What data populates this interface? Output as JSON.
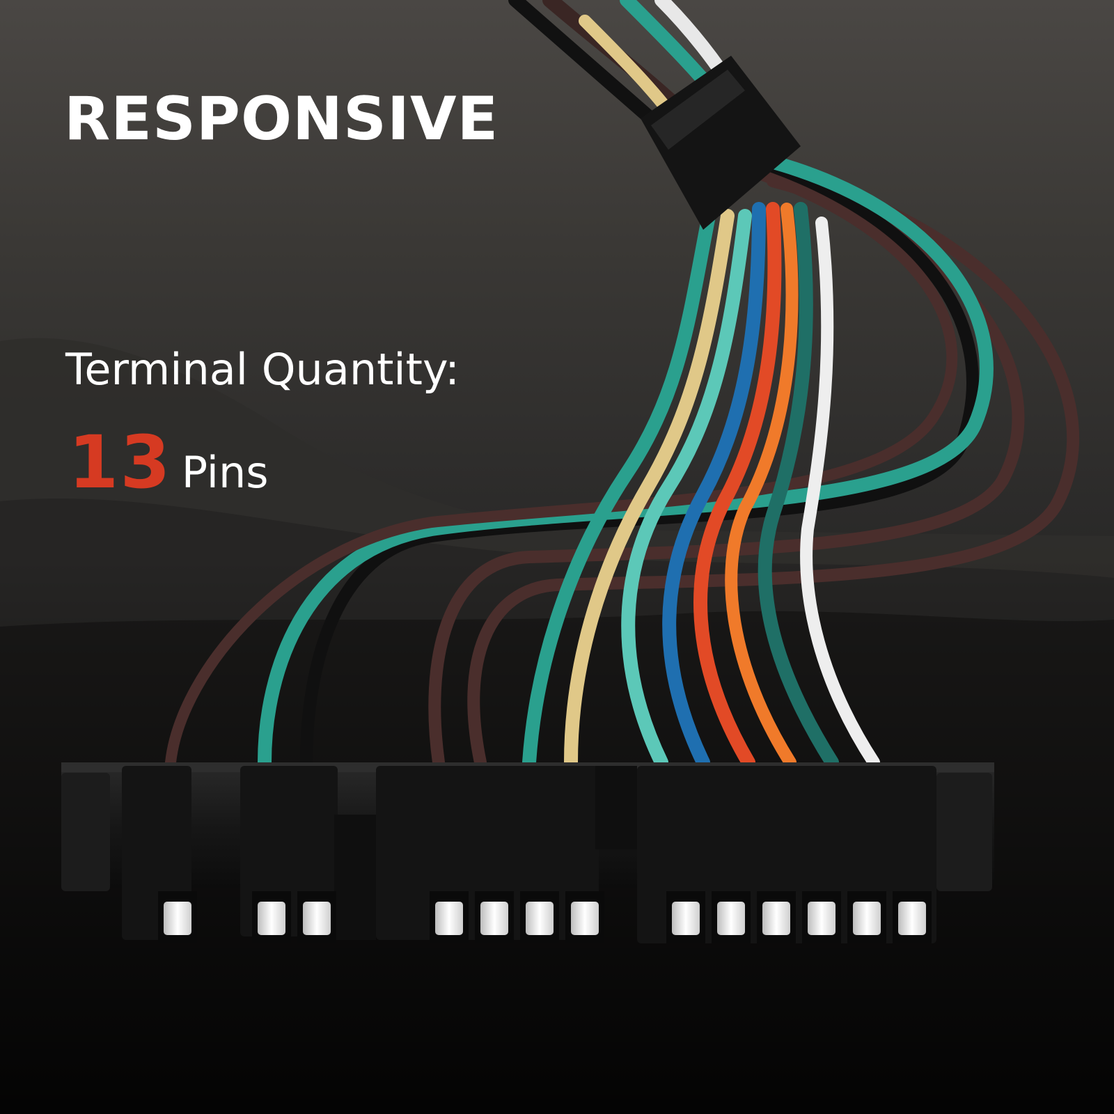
{
  "headline": "RESPONSIVE",
  "spec": {
    "label": "Terminal Quantity:",
    "value": "13",
    "unit": "Pins"
  },
  "colors": {
    "accent": "#d63a22",
    "text": "#ffffff",
    "background": "#2b2a29"
  },
  "product": {
    "image": "wiring-harness-connector",
    "pin_count": 13,
    "wire_colors": [
      "#4a2e2c",
      "#2aa08e",
      "#101010",
      "#4a2e2c",
      "#4a2e2c",
      "#2aa08e",
      "#e0c888",
      "#5cc8b8",
      "#1f6fb0",
      "#e24a26",
      "#f07a2a",
      "#1f6f66",
      "#eeeeee"
    ]
  }
}
